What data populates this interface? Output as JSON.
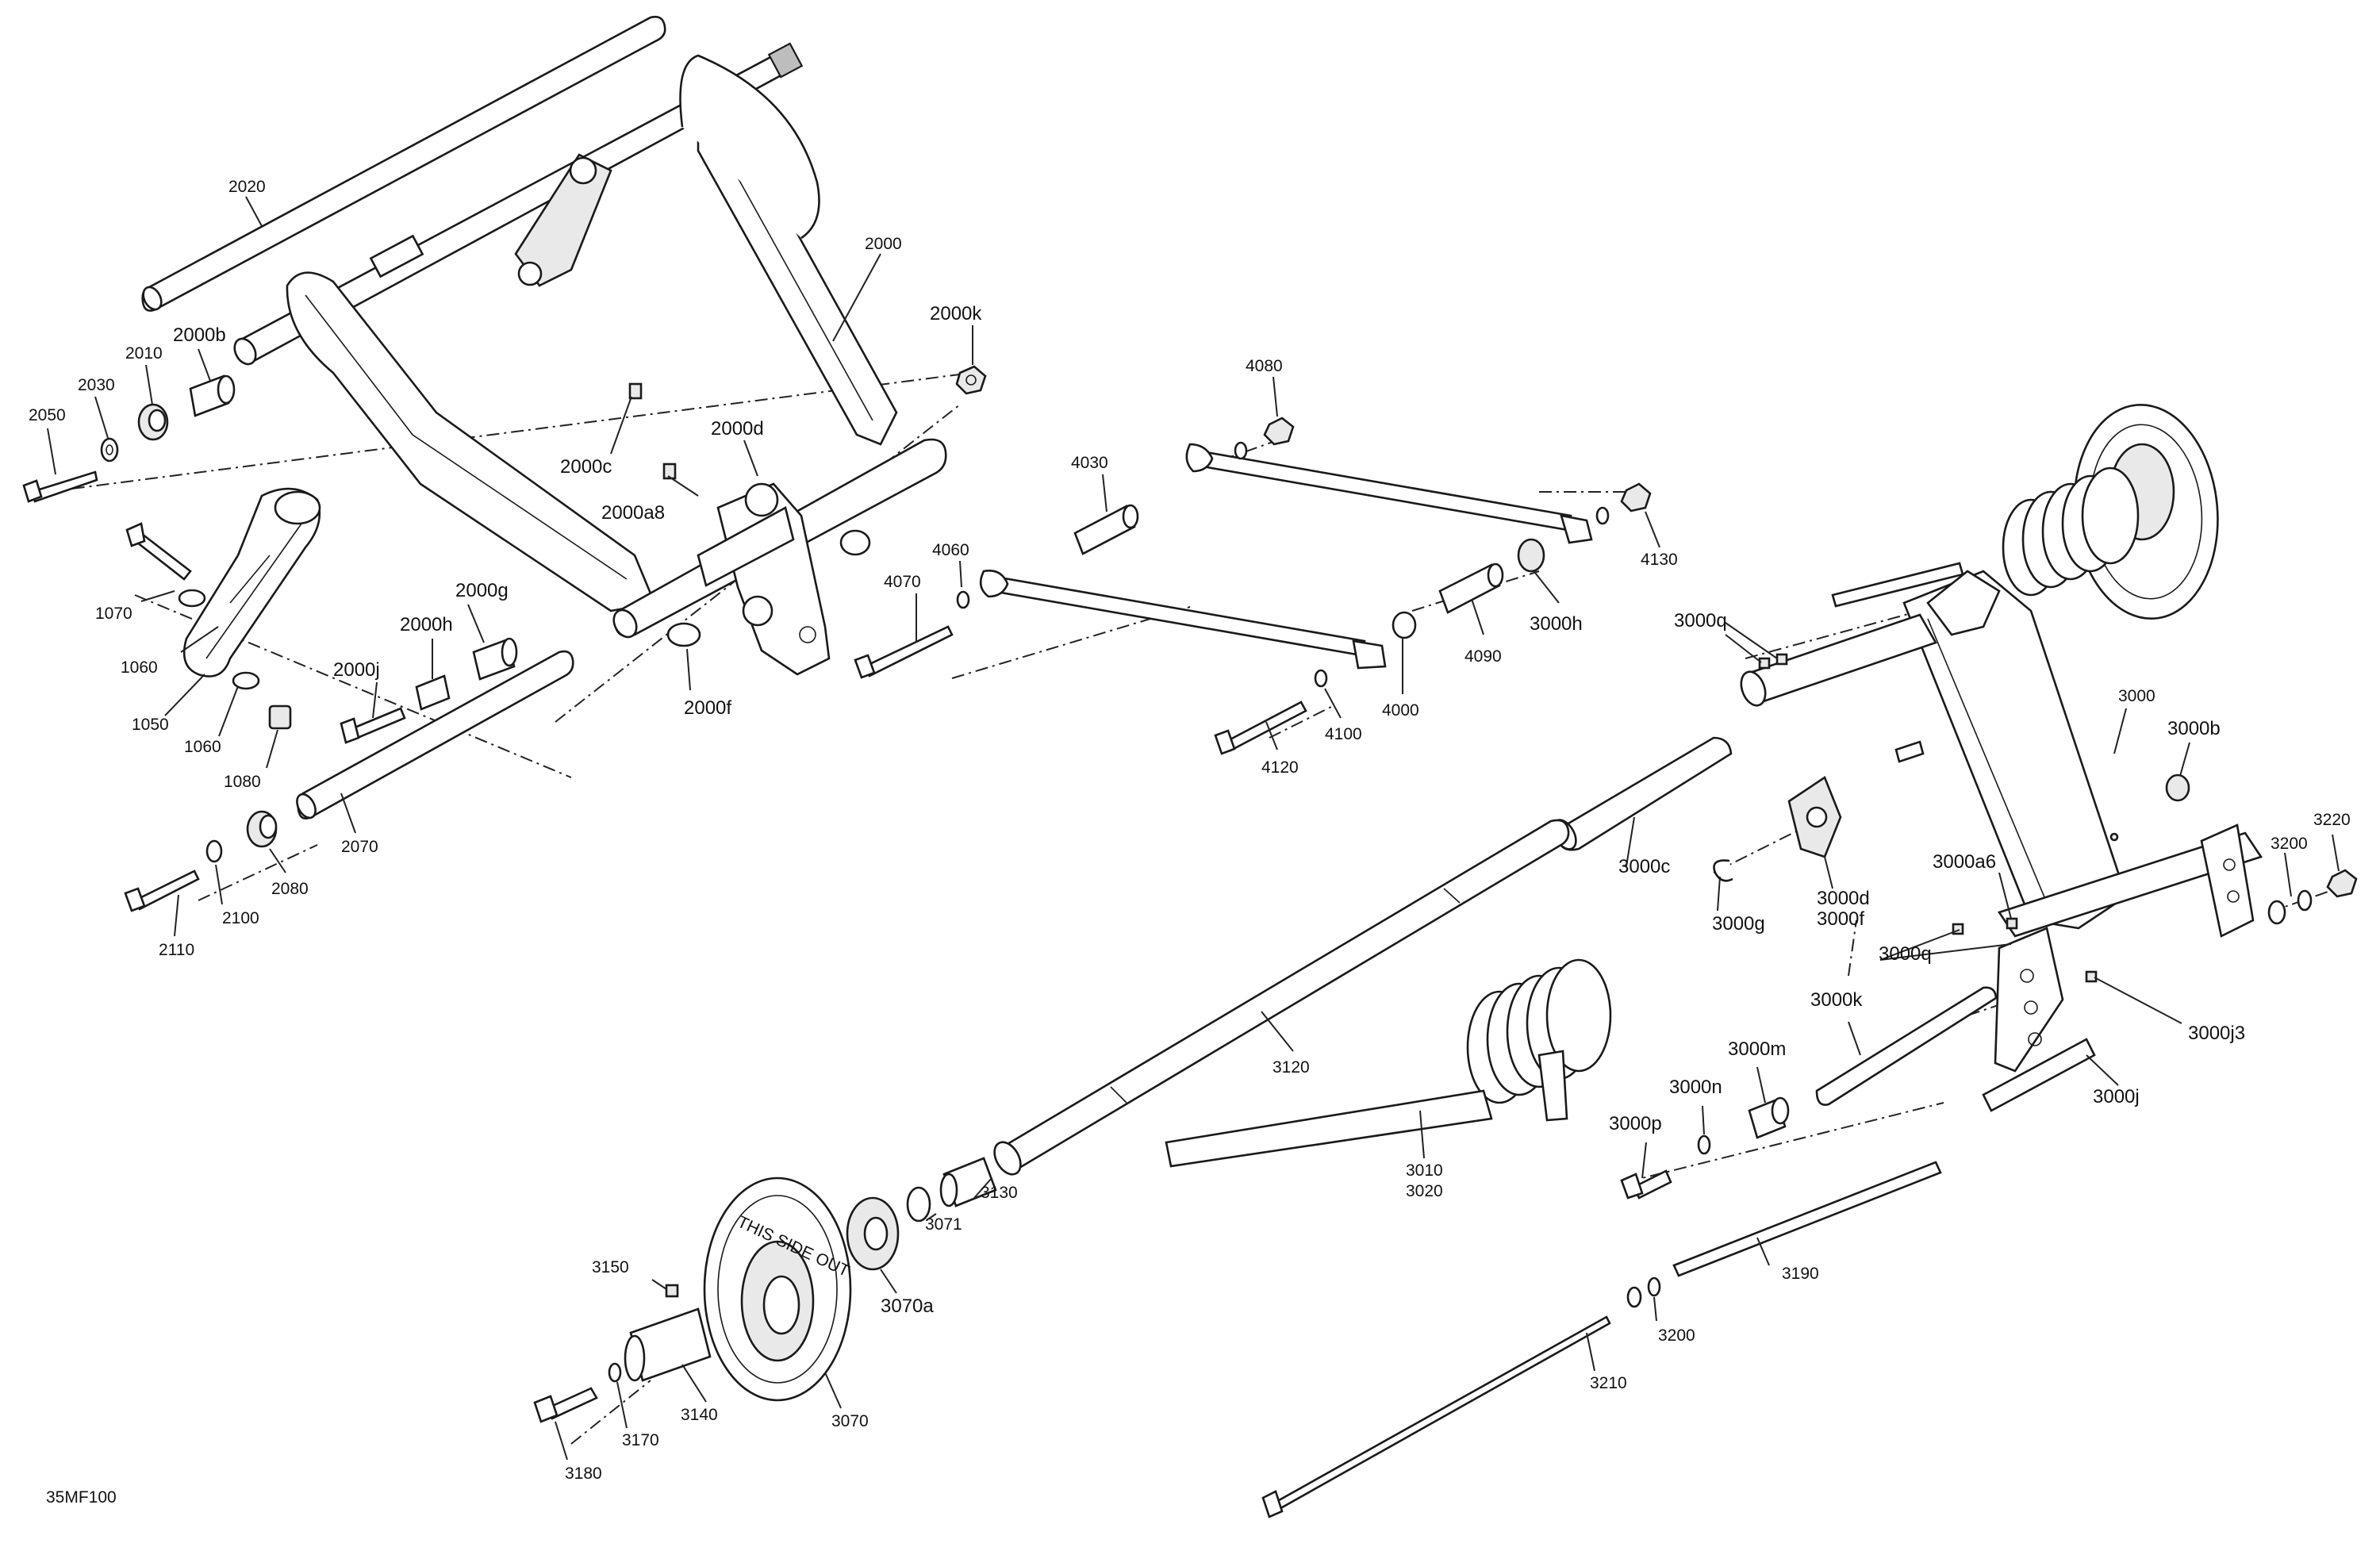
{
  "diagram": {
    "code": "35MF100",
    "callouts": {
      "c2020": "2020",
      "c2000": "2000",
      "c2000k": "2000k",
      "c2000b": "2000b",
      "c2010": "2010",
      "c2030": "2030",
      "c2050": "2050",
      "c2000c": "2000c",
      "c2000a8": "2000a8",
      "c2000d": "2000d",
      "c2000g": "2000g",
      "c2000h": "2000h",
      "c2000j": "2000j",
      "c2000f": "2000f",
      "c1070": "1070",
      "c1060a": "1060",
      "c1050": "1050",
      "c1060b": "1060",
      "c1080": "1080",
      "c2070": "2070",
      "c2080": "2080",
      "c2100": "2100",
      "c2110": "2110",
      "c4080": "4080",
      "c4030": "4030",
      "c4060": "4060",
      "c4070": "4070",
      "c4130": "4130",
      "c3000h": "3000h",
      "c4090": "4090",
      "c4000": "4000",
      "c4100": "4100",
      "c4120": "4120",
      "c3000q1": "3000q",
      "c3000": "3000",
      "c3000b": "3000b",
      "c3220": "3220",
      "c3200a": "3200",
      "c3000c": "3000c",
      "c3000g": "3000g",
      "c3000d": "3000d",
      "c3000f": "3000f",
      "c3000a6": "3000a6",
      "c3000q2": "3000q",
      "c3000j3": "3000j3",
      "c3000k": "3000k",
      "c3000m": "3000m",
      "c3000n": "3000n",
      "c3000p": "3000p",
      "c3000j": "3000j",
      "c3120": "3120",
      "c3010": "3010",
      "c3020": "3020",
      "c3130": "3130",
      "c3071": "3071",
      "c3070a": "3070a",
      "c3150": "3150",
      "c3140": "3140",
      "c3070": "3070",
      "c3170": "3170",
      "c3180": "3180",
      "c3190": "3190",
      "c3200b": "3200",
      "c3210": "3210"
    },
    "wheel_text": "THIS SIDE OUT"
  }
}
